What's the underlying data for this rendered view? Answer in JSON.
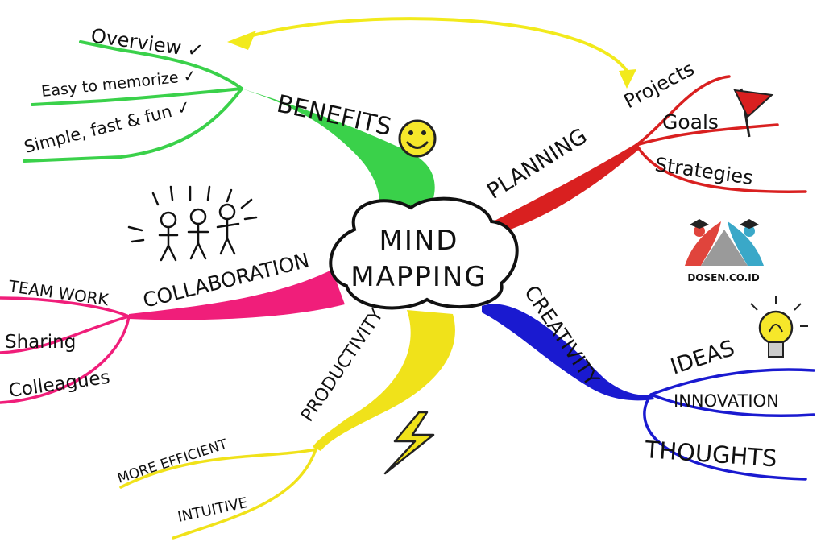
{
  "center": {
    "line1": "MIND",
    "line2": "MAPPING"
  },
  "colors": {
    "benefits": "#3ad14a",
    "planning": "#d92020",
    "creativity": "#1a1ad0",
    "productivity": "#f0e21a",
    "collaboration": "#f01e7a",
    "arrow": "#f2ea1c",
    "smiley": "#f6e72a",
    "logo_red": "#e0443c",
    "logo_blue": "#3aa8c8"
  },
  "branches": {
    "benefits": {
      "label": "BENEFITS",
      "items": [
        "Overview ✓",
        "Easy to memorize ✓",
        "Simple, fast & fun ✓"
      ]
    },
    "planning": {
      "label": "PLANNING",
      "items": [
        "Projects",
        "Goals",
        "Strategies"
      ]
    },
    "creativity": {
      "label": "CREATIVITY",
      "items": [
        "IDEAS",
        "INNOVATION",
        "THOUGHTS"
      ]
    },
    "productivity": {
      "label": "PRODUCTIVITY",
      "items": [
        "MORE EFFICIENT",
        "INTUITIVE"
      ]
    },
    "collaboration": {
      "label": "COLLABORATION",
      "items": [
        "TEAM WORK",
        "Sharing",
        "Colleagues"
      ]
    }
  },
  "logo": {
    "text": "DOSEN.CO.ID"
  },
  "icons": [
    "smiley-icon",
    "flag-icon",
    "lightbulb-icon",
    "lightning-icon",
    "stick-figures-icon",
    "logo-icon"
  ]
}
